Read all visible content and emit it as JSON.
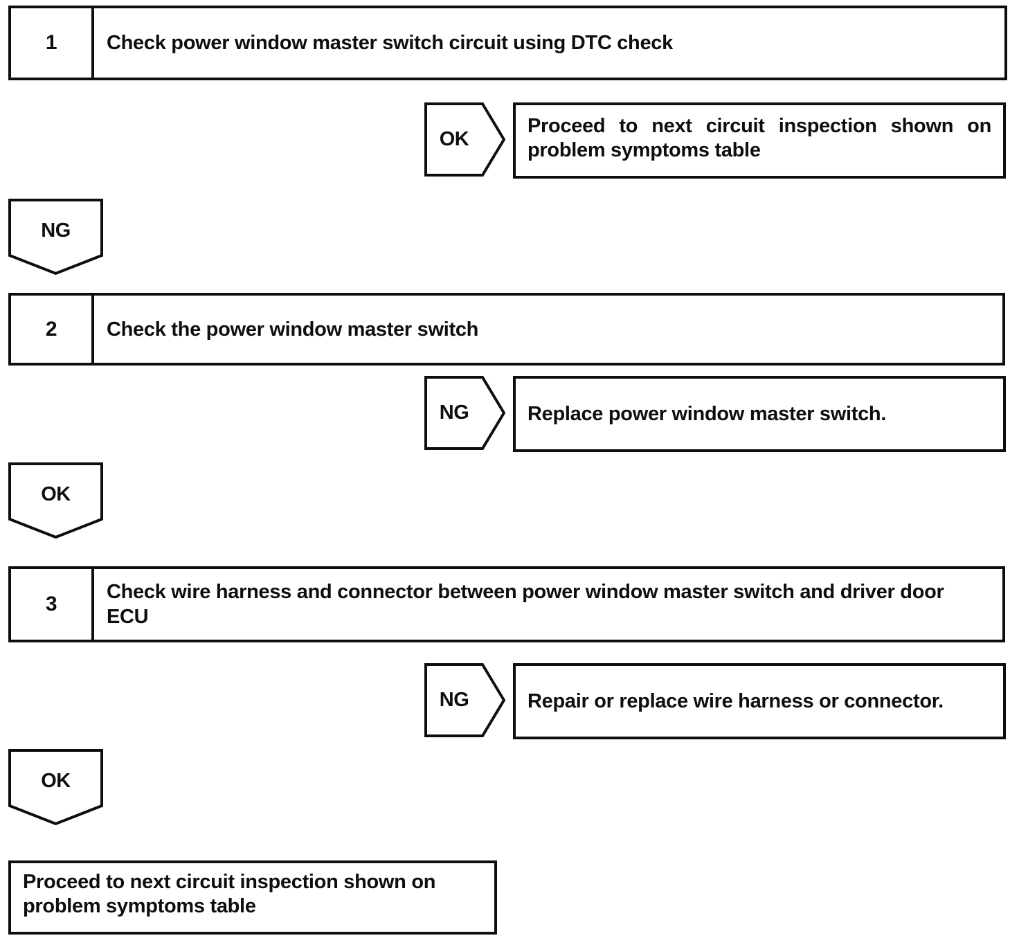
{
  "flow": {
    "ink_color": "#0e0e0e",
    "background_color": "#ffffff",
    "steps": [
      {
        "number": "1",
        "title": "Check power window master switch circuit using DTC check",
        "branch": {
          "label": "OK",
          "result_lines": [
            "Proceed to next circuit inspection shown on",
            "problem symptoms table"
          ]
        },
        "continue_label": "NG"
      },
      {
        "number": "2",
        "title": "Check the power window master switch",
        "branch": {
          "label": "NG",
          "result": "Replace power window master switch."
        },
        "continue_label": "OK"
      },
      {
        "number": "3",
        "title": "Check wire harness and connector between power window master switch and driver door ECU",
        "branch": {
          "label": "NG",
          "result": "Repair or replace wire harness or connector."
        },
        "continue_label": "OK"
      }
    ],
    "final_result_lines": [
      "Proceed to next circuit inspection shown on",
      "problem symptoms table"
    ]
  }
}
